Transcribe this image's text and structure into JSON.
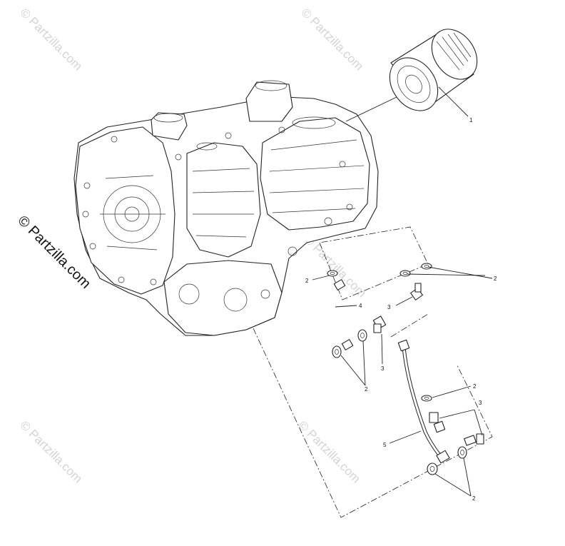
{
  "watermark": {
    "text": "© Partzilla.com"
  },
  "callouts": {
    "oil_filter": "1",
    "washers_right": "2",
    "washer_left_top": "2",
    "washers_bottom_left": "2",
    "washer_mid": "2",
    "washers_bottom_right": "2",
    "bolt_upper_right": "3",
    "bolt_center": "3",
    "bolt_lower_right": "3",
    "oil_line_upper": "4",
    "oil_line_lower": "5"
  }
}
